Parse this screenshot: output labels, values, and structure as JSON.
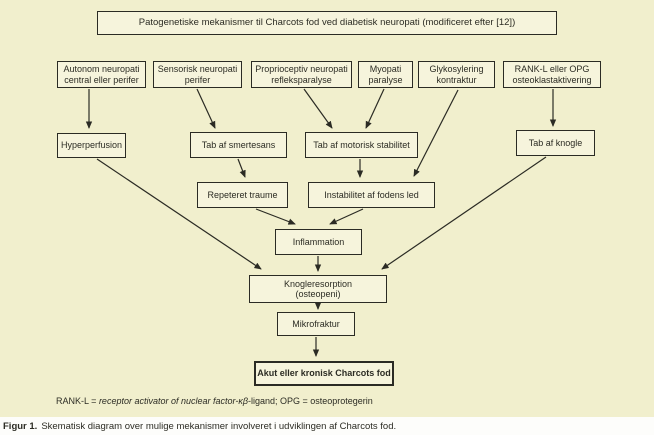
{
  "panel": {
    "title": "Patogenetiske mekanismer til Charcots fod ved diabetisk neuropati (modificeret efter [12])",
    "nodes": {
      "autonom": "Autonom neuropati\ncentral eller perifer",
      "sensorisk": "Sensorisk neuropati\nperifer",
      "proprioceptiv": "Proprioceptiv neuropati\nrefleksparalyse",
      "myopati": "Myopati\nparalyse",
      "glykosylering": "Glykosylering\nkontraktur",
      "rankl": "RANK-L eller OPG\nosteoklastaktivering",
      "hyperperfusion": "Hyperperfusion",
      "smertesans": "Tab af smertesans",
      "motorisk": "Tab af motorisk stabilitet",
      "knogle": "Tab af knogle",
      "repeteret": "Repeteret traume",
      "instabilitet": "Instabilitet af fodens led",
      "inflammation": "Inflammation",
      "knogleresorption": "Knogleresorption\n(osteopeni)",
      "mikrofraktur": "Mikrofraktur",
      "akut": "Akut eller kronisk Charcots fod"
    },
    "footnote": {
      "prefix": "RANK-L = ",
      "italic": "receptor activator of nuclear factor-κβ",
      "suffix": "-ligand; OPG = osteoprotegerin"
    }
  },
  "caption": {
    "label": "Figur 1.",
    "text": "Skematisk diagram over mulige mekanismer involveret i udviklingen af Charcots fod."
  },
  "colors": {
    "panel_bg": "#f1efcd",
    "box_bg": "#f6f4dc",
    "line": "#2b2b24",
    "text": "#2c2c24"
  }
}
